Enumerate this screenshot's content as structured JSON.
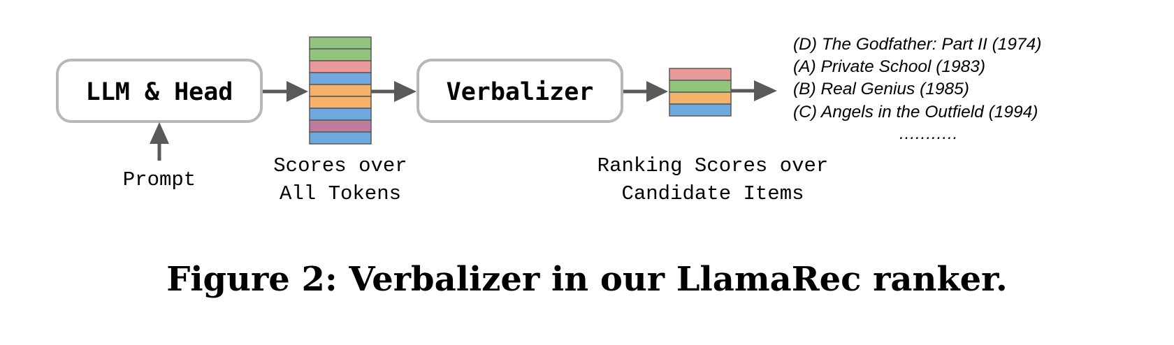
{
  "diagram": {
    "boxes": {
      "llm_head": "LLM & Head",
      "verbalizer": "Verbalizer"
    },
    "prompt_label": "Prompt",
    "token_scores_caption": [
      "Scores over",
      "All Tokens"
    ],
    "ranking_scores_caption": [
      "Ranking Scores over",
      "Candidate Items"
    ],
    "ranked_items": [
      "(D) The Godfather: Part II (1974)",
      "(A) Private School (1983)",
      "(B) Real Genius (1985)",
      "(C) Angels in the Outfield (1994)"
    ],
    "ellipsis": "...........",
    "colors": {
      "green": "#93c47d",
      "red": "#ea9999",
      "blue": "#6fa8dc",
      "orange": "#f6b26b",
      "purple": "#c27ba0",
      "box_border": "#b7b7b7",
      "arrow": "#595959"
    },
    "token_bar_colors": [
      "green",
      "green",
      "red",
      "blue",
      "orange",
      "orange",
      "blue",
      "purple",
      "blue"
    ],
    "ranking_bar_colors": [
      "red",
      "green",
      "orange",
      "blue"
    ]
  },
  "caption": "Figure 2: Verbalizer in our LlamaRec ranker."
}
